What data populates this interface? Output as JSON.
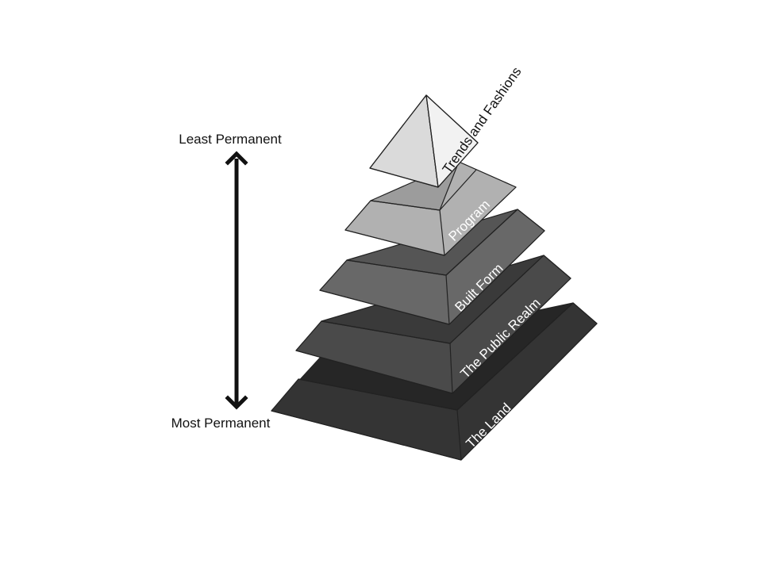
{
  "scale": {
    "top_label": "Least Permanent",
    "bottom_label": "Most Permanent",
    "arrow_color": "#111111"
  },
  "layers": [
    {
      "label": "Trends and Fashions",
      "top_color": "#dadada",
      "front_color": "#e6e6e6",
      "side_color": "#f2f2f2",
      "text_color": "#111111"
    },
    {
      "label": "Program",
      "top_color": "#9c9c9c",
      "front_color": "#a6a6a6",
      "side_color": "#b1b1b1",
      "text_color": "#ffffff"
    },
    {
      "label": "Built Form",
      "top_color": "#555555",
      "front_color": "#5e5e5e",
      "side_color": "#686868",
      "text_color": "#ffffff"
    },
    {
      "label": "The Public Realm",
      "top_color": "#3a3a3a",
      "front_color": "#424242",
      "side_color": "#4a4a4a",
      "text_color": "#ffffff"
    },
    {
      "label": "The Land",
      "top_color": "#262626",
      "front_color": "#2d2d2d",
      "side_color": "#343434",
      "text_color": "#ffffff"
    }
  ],
  "outline_color": "#222222"
}
